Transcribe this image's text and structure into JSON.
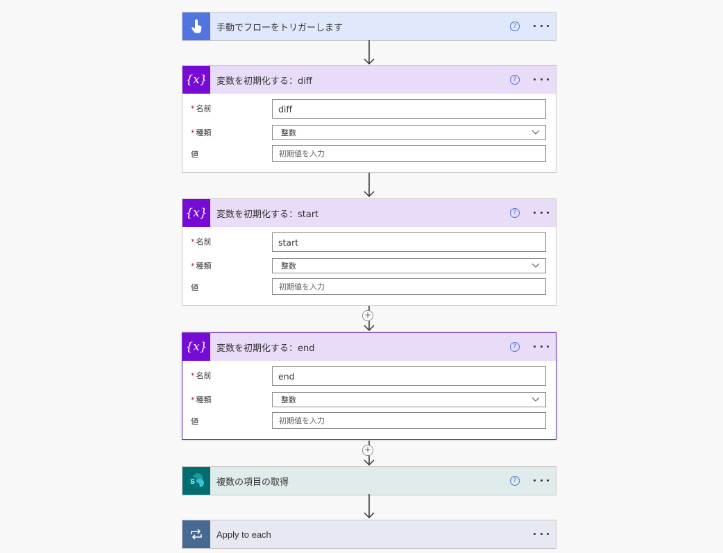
{
  "flow": {
    "trigger": {
      "title": "手動でフローをトリガーします",
      "icon": "touch-icon",
      "accent": "#5274e0",
      "header_bg": "#e0e8fb"
    },
    "variable_steps": [
      {
        "title": "変数を初期化する：diff",
        "name_label": "名前",
        "name_value": "diff",
        "type_label": "種類",
        "type_value": "整数",
        "value_label": "値",
        "value_placeholder": "初期値を入力"
      },
      {
        "title": "変数を初期化する：start",
        "name_label": "名前",
        "name_value": "start",
        "type_label": "種類",
        "type_value": "整数",
        "value_label": "値",
        "value_placeholder": "初期値を入力"
      },
      {
        "title": "変数を初期化する：end",
        "name_label": "名前",
        "name_value": "end",
        "type_label": "種類",
        "type_value": "整数",
        "value_label": "値",
        "value_placeholder": "初期値を入力"
      }
    ],
    "variable_style": {
      "accent": "#770bd6",
      "header_bg": "#e9dcf8",
      "icon": "variable-icon"
    },
    "sharepoint": {
      "title": "複数の項目の取得",
      "icon": "sharepoint-icon",
      "accent": "#036c70",
      "header_bg": "#e0ebeb"
    },
    "apply_each": {
      "title": "Apply to each",
      "icon": "loop-icon",
      "accent": "#486991",
      "header_bg": "#e6e9f1"
    },
    "required_mark": "*",
    "help_symbol": "?"
  }
}
